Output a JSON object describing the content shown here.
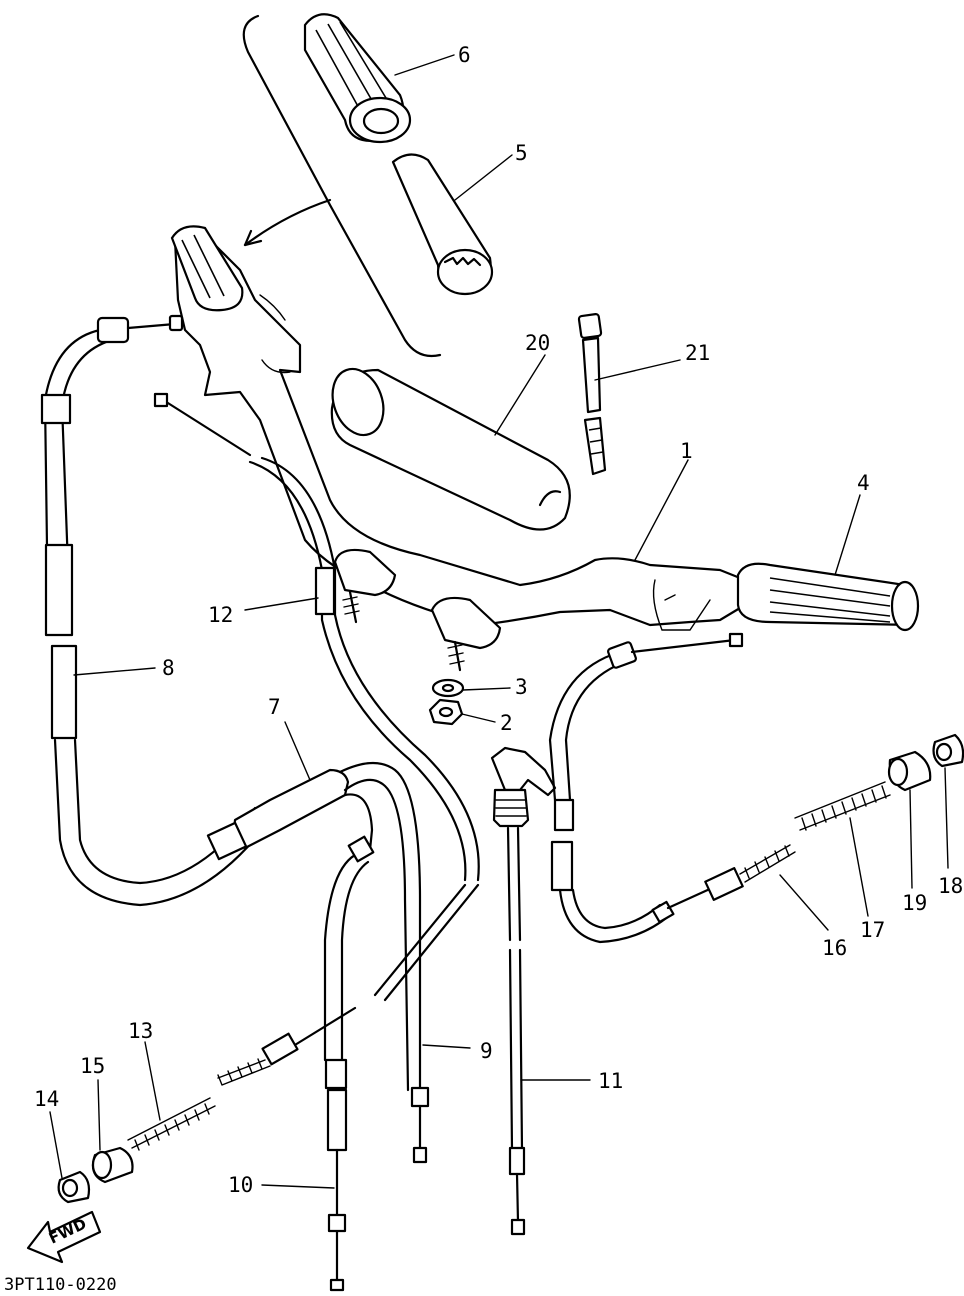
{
  "diagram": {
    "labels": {
      "p1": "1",
      "p2": "2",
      "p3": "3",
      "p4": "4",
      "p5": "5",
      "p6": "6",
      "p7": "7",
      "p8": "8",
      "p9": "9",
      "p10": "10",
      "p11": "11",
      "p12": "12",
      "p13": "13",
      "p14": "14",
      "p15": "15",
      "p16": "16",
      "p17": "17",
      "p18": "18",
      "p19": "19",
      "p20": "20",
      "p21": "21"
    },
    "fwd_arrow": "FWD",
    "figure_code": "3PT110-0220"
  }
}
